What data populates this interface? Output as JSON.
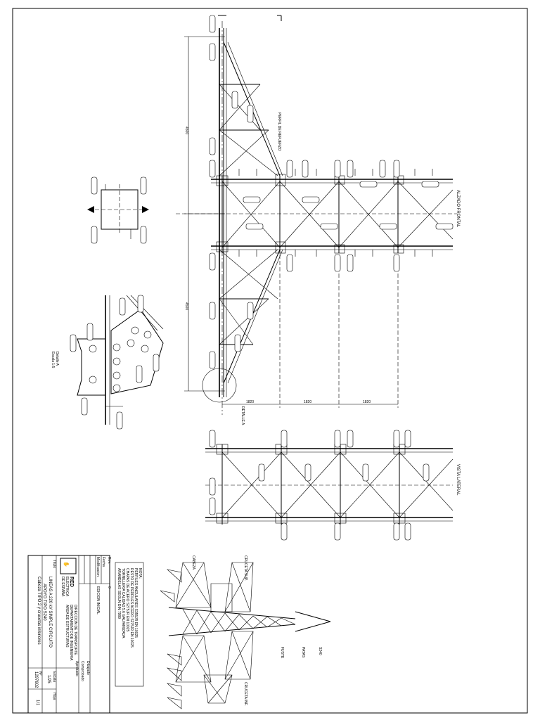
{
  "sheet": {
    "size": "A3",
    "orientation": "rotated-90"
  },
  "main_view": {
    "labels": {
      "dim_vertical_upper": "4500",
      "dim_vertical_lower": "4500",
      "dim_horizontal": [
        "1820",
        "1820",
        "1820"
      ],
      "section_label": "DETALLE A",
      "center_label": "ALZADO FRONTAL",
      "brace_label": "PERFIL DE REFUERZO"
    }
  },
  "lower_view": {
    "labels": {
      "center_label": "VISTA LATERAL"
    }
  },
  "detail_view": {
    "title": "Detalle A",
    "scale": "Escala 1:5"
  },
  "notes": {
    "heading": "NOTA:",
    "lines": [
      "PERFILES ANGULARES S355JR EN 10025",
      "RESTO DE PERFILES ACERO S275JR EN 10025",
      "CHAPAS DE ACERO S275JR EN 10025",
      "TORNILLERIA CALIDAD 5.6 GALVANIZADA",
      "ARANDELAS SEGUN DIN 7989"
    ]
  },
  "title_block": {
    "company_line1": "RED",
    "company_line2": "ELECTRICA",
    "company_line3": "DE ESPAÑA",
    "dept_lines": [
      "DIRECCION DE TRANSPORTE",
      "DEPARTAMENTO DE INGENIERIA",
      "AREA DE ESTRUCTURAS"
    ],
    "title_label": "Titulo",
    "title_lines": [
      "LINEAS A 220 kV SIMPLE CIRCUITO",
      "APOYO TIPO S240",
      "Cabeza TIPO 2 y crucetas inferiores"
    ],
    "scale_label": "Escala",
    "scale_value": "1/25",
    "number_label": "Nº",
    "number_value": "1297602",
    "sheet_label": "Hoja",
    "sheet_value": "1/1",
    "rev_headers": [
      "Rev.",
      "Fecha",
      "Modificacion"
    ],
    "rev_rows": [
      [
        "0",
        "",
        "EDICION INICIAL"
      ]
    ],
    "sign_headers": [
      "Dibujado",
      "Comprobado",
      "Aprobado"
    ]
  },
  "tower_sketch": {
    "labels": [
      "S240",
      "CABEZA",
      "CRUCETA SUP.",
      "CRUCETA INF.",
      "FUSTE",
      "PATAS"
    ]
  }
}
